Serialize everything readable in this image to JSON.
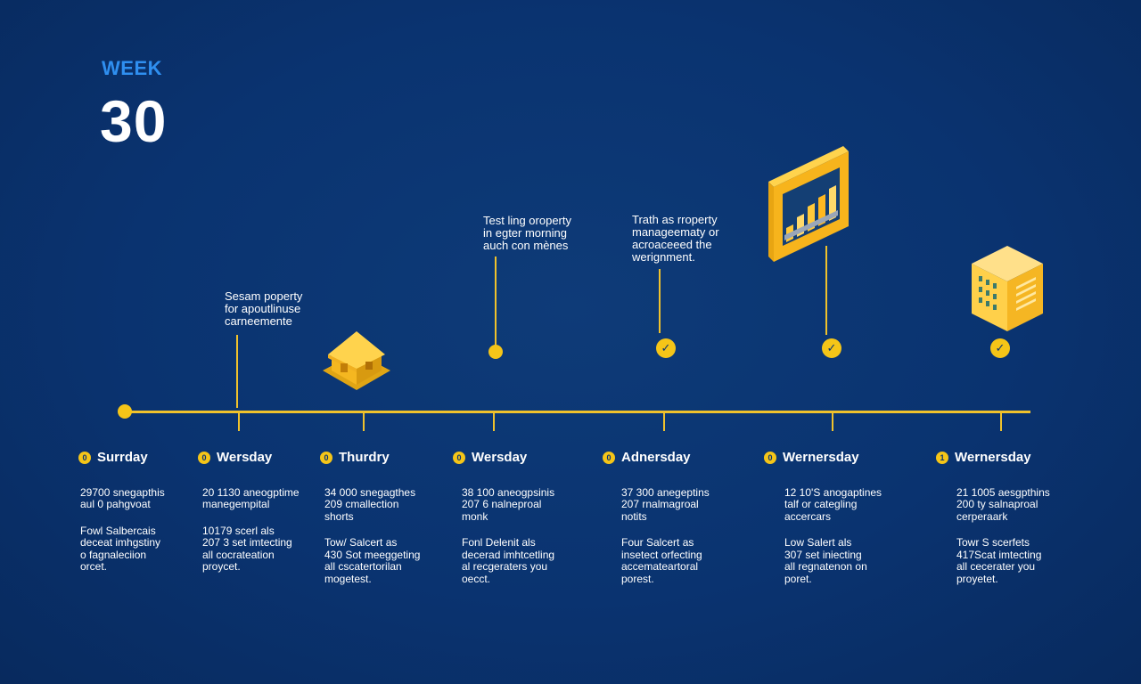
{
  "header": {
    "week_label": "WEEK",
    "week_number": "30"
  },
  "colors": {
    "background": "#0a3370",
    "accent": "#f5c518",
    "week_label": "#2f8ff0",
    "text": "#ffffff"
  },
  "callouts": [
    {
      "text": "Sesam poperty\nfor apoutlinuse\ncarneemente"
    },
    {
      "text": "Test ling oroperty\nin egter morning\nauch con mènes"
    },
    {
      "text": "Trath as rroperty\nmanageematy or\nacroaceeed the\nwerignment."
    }
  ],
  "icons": [
    {
      "name": "house-icon"
    },
    {
      "name": "chart-frame-icon"
    },
    {
      "name": "building-cube-icon"
    },
    {
      "name": "check-icon"
    }
  ],
  "days": [
    {
      "num": "0",
      "label": "Surrday",
      "line1": "29700 snegapthis\naul 0 pahgvoat",
      "line2": "Fowl Salbercais\ndeceat imhgstiny\no fagnaleciion\norcet."
    },
    {
      "num": "0",
      "label": "Wersday",
      "line1": "20 1130 aneogptime\nmanegempital",
      "line2": "10179 scerl als\n207 3 set imtecting\nall cocrateation\nproycet."
    },
    {
      "num": "0",
      "label": "Thurdry",
      "line1": "34 000 snegagthes\n209 cmallection\nshorts",
      "line2": "Tow/ Salcert as\n430 Sot meeggeting\nall cscatertorilan\nmogetest."
    },
    {
      "num": "0",
      "label": "Wersday",
      "line1": "38 100 aneogpsinis\n207 6 nalneproal\nmonk",
      "line2": "Fonl Delenit als\ndecerad imhtcetling\nal recgeraters you\noecct."
    },
    {
      "num": "0",
      "label": "Adnersday",
      "line1": "37 300 anegeptins\n207 rnalmagroal\nnotits",
      "line2": "Four Salcert as\ninsetect orfecting\naccemateartoral\nporest."
    },
    {
      "num": "0",
      "label": "Wernersday",
      "line1": "12 10'S anogaptines\ntalf or categling\naccercars",
      "line2": "Low Salert als\n307 set iniecting\nall regnatenon on\nporet."
    },
    {
      "num": "1",
      "label": "Wernersday",
      "line1": "21 1005 aesgpthins\n200 ty salnaproal\ncerperaark",
      "line2": "Towr S scerfets\n417Scat imtecting\nall cecerater you\nproyetet."
    }
  ]
}
